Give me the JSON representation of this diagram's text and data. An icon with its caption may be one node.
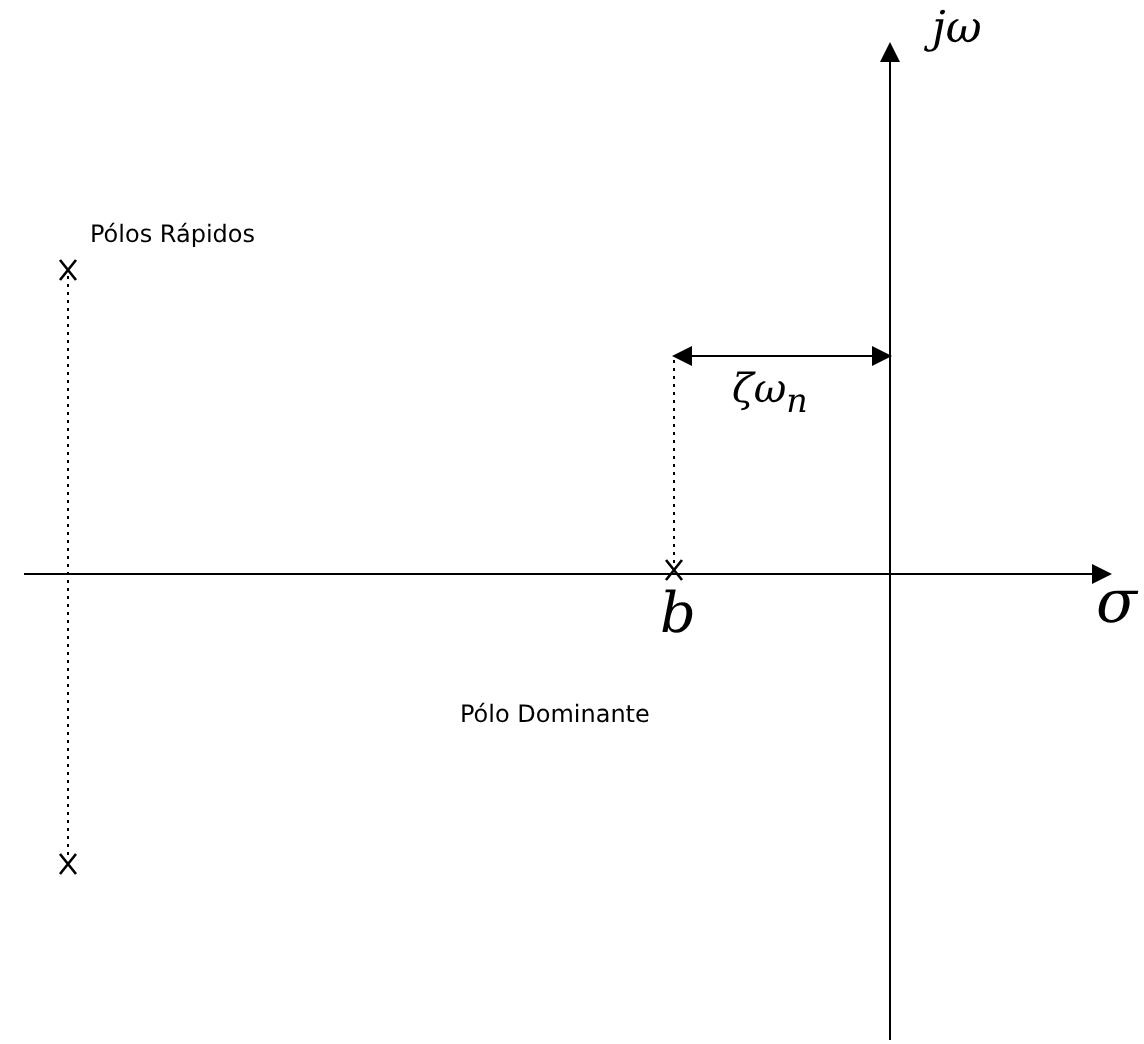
{
  "diagram": {
    "labels": [
      "jω",
      "Pólos Rápidos",
      "ζω$_{n}$",
      "b",
      "σ",
      "Pólo Dominante"
    ]
  }
}
